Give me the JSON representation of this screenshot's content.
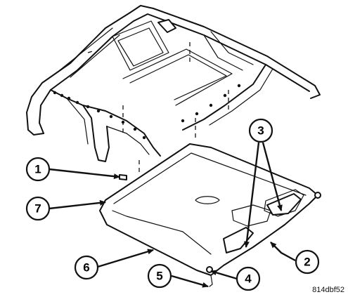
{
  "figure": {
    "reference_code": "814dbf52"
  },
  "callouts": [
    {
      "id": "1",
      "label": "1"
    },
    {
      "id": "2",
      "label": "2"
    },
    {
      "id": "3",
      "label": "3"
    },
    {
      "id": "4",
      "label": "4"
    },
    {
      "id": "5",
      "label": "5"
    },
    {
      "id": "6",
      "label": "6"
    },
    {
      "id": "7",
      "label": "7"
    }
  ]
}
